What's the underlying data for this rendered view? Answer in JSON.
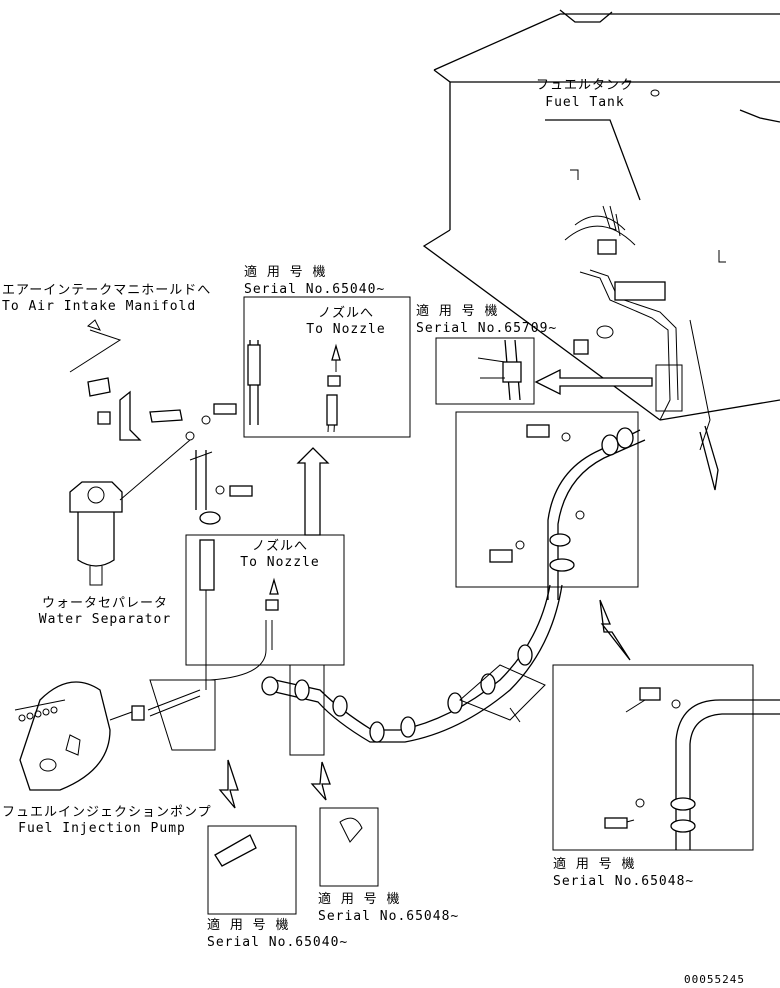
{
  "labels": {
    "fuel_tank_jp": "フュエルタンク",
    "fuel_tank_en": "Fuel Tank",
    "air_intake_jp": "エアーインテークマニホールドへ",
    "air_intake_en": "To Air Intake Manifold",
    "water_sep_jp": "ウォータセパレータ",
    "water_sep_en": "Water Separator",
    "inj_pump_jp": "フュエルインジェクションポンプ",
    "inj_pump_en": "Fuel Injection Pump",
    "nozzle_top_jp": "ノズルへ",
    "nozzle_top_en": "To Nozzle",
    "nozzle_mid_jp": "ノズルへ",
    "nozzle_mid_en": "To Nozzle"
  },
  "serials": {
    "s65040_top_jp": "適 用 号 機",
    "s65040_top_en": "Serial No.65040~",
    "s65709_jp": "適 用 号 機",
    "s65709_en": "Serial No.65709~",
    "s65048_right_jp": "適 用 号 機",
    "s65048_right_en": "Serial No.65048~",
    "s65048_bottom_jp": "適 用 号 機",
    "s65048_bottom_en": "Serial No.65048~",
    "s65040_bottom_jp": "適 用 号 機",
    "s65040_bottom_en": "Serial No.65040~"
  },
  "drawing_number": "00055245"
}
